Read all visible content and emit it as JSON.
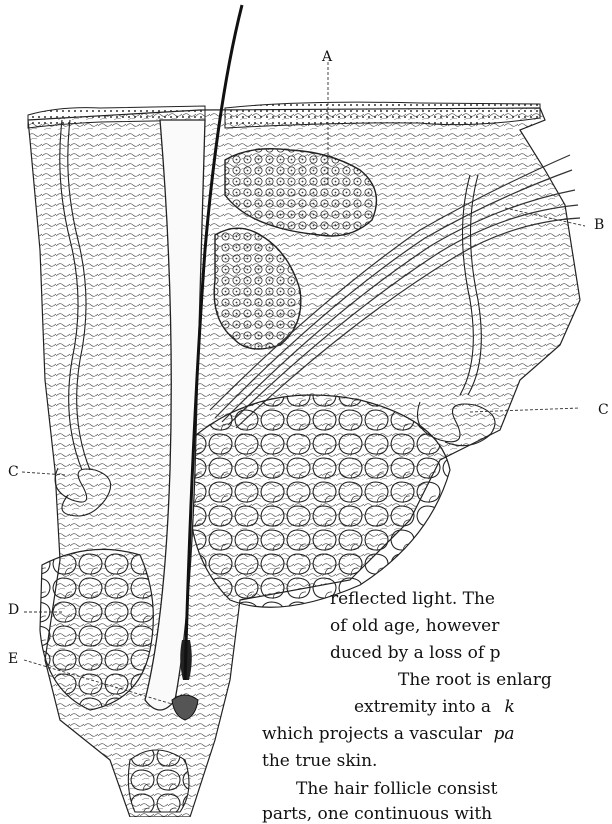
{
  "figure": {
    "labels": {
      "a": "A",
      "b": "B",
      "c_right": "C",
      "c_left": "C",
      "d": "D",
      "e": "E"
    }
  },
  "text": {
    "lines": [
      "reflected light.  The",
      "of old age, however",
      "duced by a loss of p",
      "The root is enlarg",
      "extremity into a",
      "which projects a vascular",
      "the true skin.",
      "The hair follicle consist",
      "parts, one continuous with"
    ],
    "italics": [
      "k",
      "pa"
    ]
  }
}
